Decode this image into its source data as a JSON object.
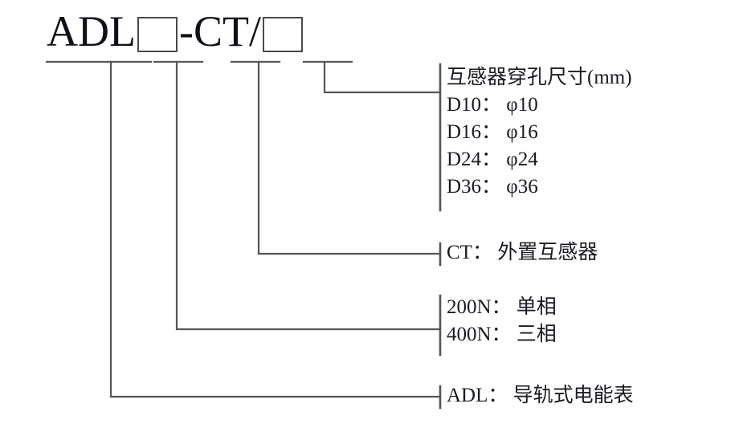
{
  "model_code": {
    "prefix": "ADL",
    "box1": "",
    "middle": "-CT/",
    "box2": ""
  },
  "colors": {
    "line": "#555555",
    "text": "#1a1a22",
    "box_border": "#4a4a4a",
    "background": "#ffffff"
  },
  "labels": {
    "dimensions": {
      "heading": "互感器穿孔尺寸(mm)",
      "rows": [
        "D10： φ10",
        "D16： φ16",
        "D24： φ24",
        "D36： φ36"
      ]
    },
    "ct": {
      "rows": [
        "CT： 外置互感器"
      ]
    },
    "phase": {
      "rows": [
        "200N： 单相",
        "400N： 三相"
      ]
    },
    "series": {
      "rows": [
        "ADL： 导轨式电能表"
      ]
    }
  }
}
